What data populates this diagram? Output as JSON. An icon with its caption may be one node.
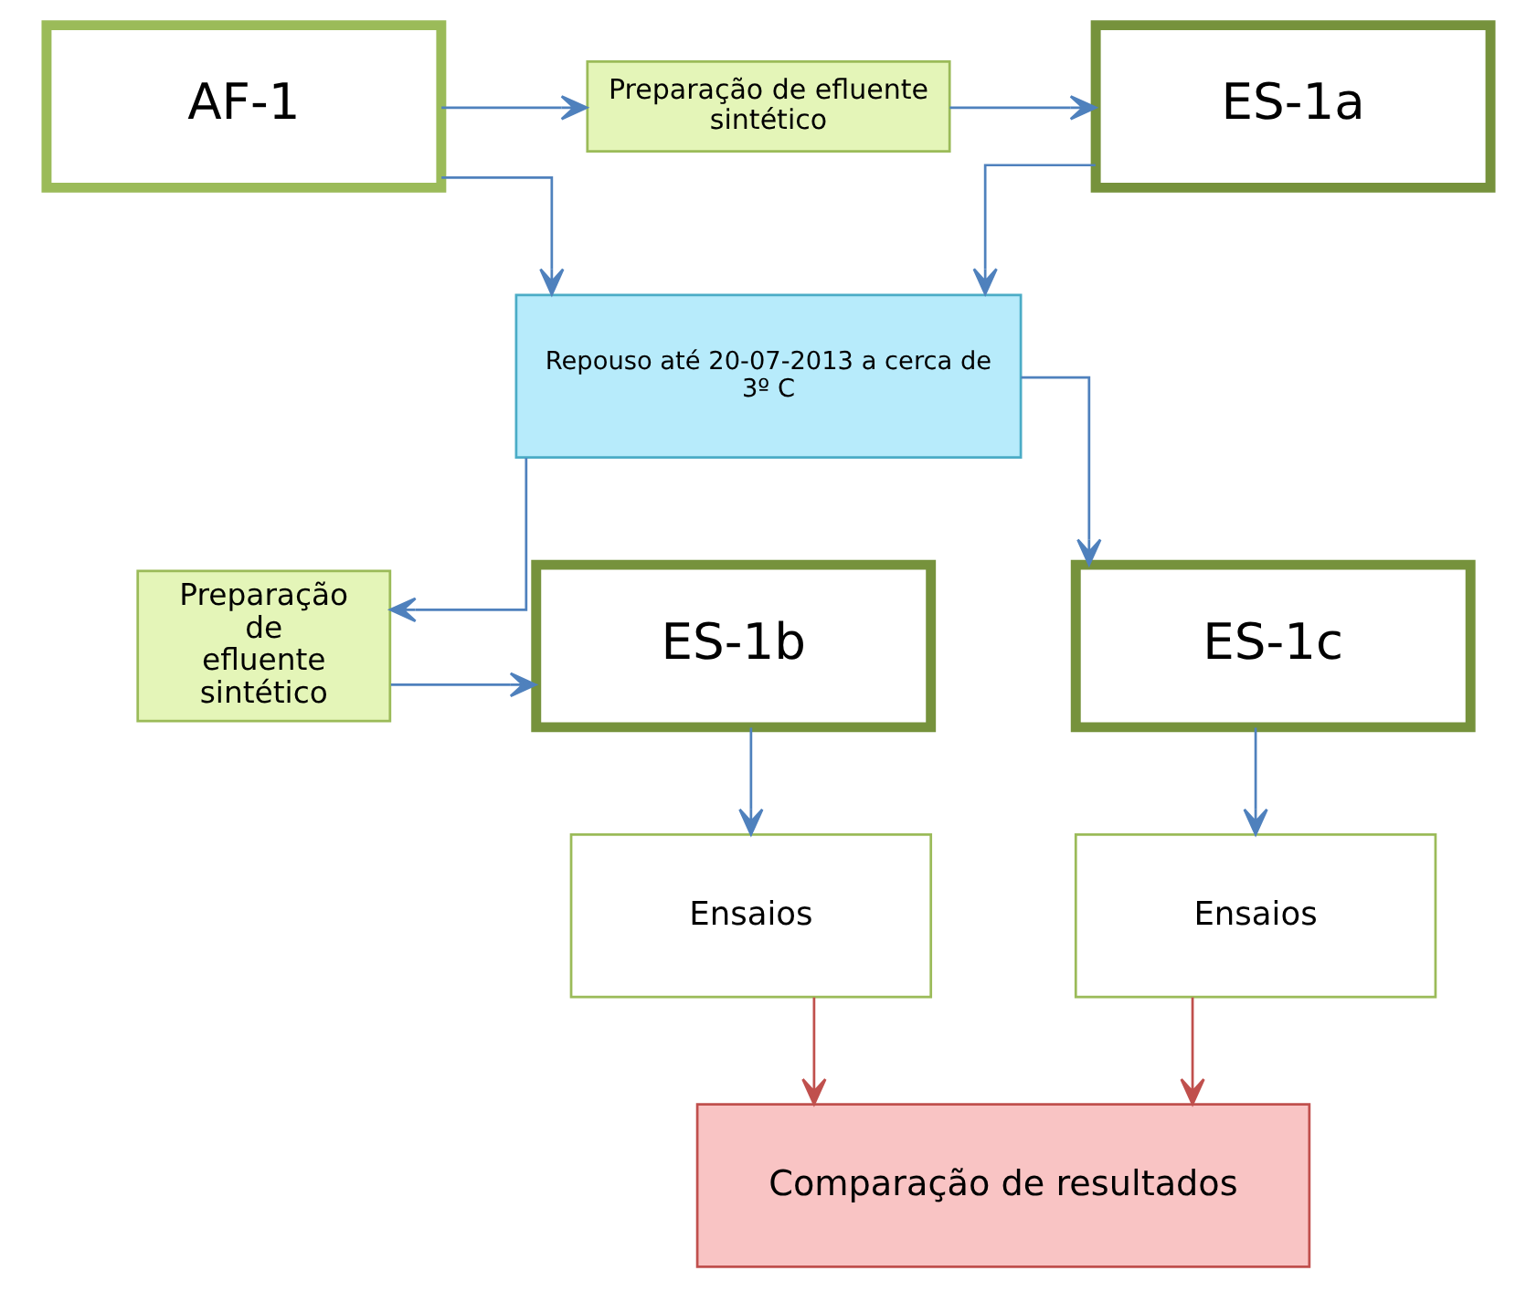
{
  "diagram": {
    "nodes": [
      {
        "text": [
          "AF-1"
        ]
      },
      {
        "text": [
          "Preparação de efluente sintético"
        ]
      },
      {
        "text": [
          "ES-1a"
        ]
      },
      {
        "text": [
          "Repouso até 20-07-2013 a cerca de 3º C"
        ]
      },
      {
        "text": [
          "ES-1b"
        ]
      },
      {
        "text": [
          "Preparação de efluente sintético"
        ]
      },
      {
        "text": [
          "ES-1c"
        ]
      },
      {
        "text": [
          "Ensaios"
        ]
      },
      {
        "text": [
          "Ensaios"
        ]
      },
      {
        "text": [
          "Comparação de resultados"
        ]
      }
    ],
    "edges": [
      {
        "from": 0,
        "to": 1,
        "arrow": "to"
      },
      {
        "from": 1,
        "to": 2,
        "arrow": "to"
      },
      {
        "from": 0,
        "to": 3,
        "arrow": "to"
      },
      {
        "from": 2,
        "to": 3,
        "arrow": "to"
      },
      {
        "from": 3,
        "to": 5,
        "arrow": "to"
      },
      {
        "from": 5,
        "to": 4,
        "arrow": "to"
      },
      {
        "from": 3,
        "to": 6,
        "arrow": "to"
      },
      {
        "from": 4,
        "to": 7,
        "arrow": "to"
      },
      {
        "from": 6,
        "to": 8,
        "arrow": "to"
      },
      {
        "from": 7,
        "to": 9,
        "arrow": "to",
        "color": "#c0504d"
      },
      {
        "from": 8,
        "to": 9,
        "arrow": "to",
        "color": "#c0504d"
      }
    ]
  }
}
